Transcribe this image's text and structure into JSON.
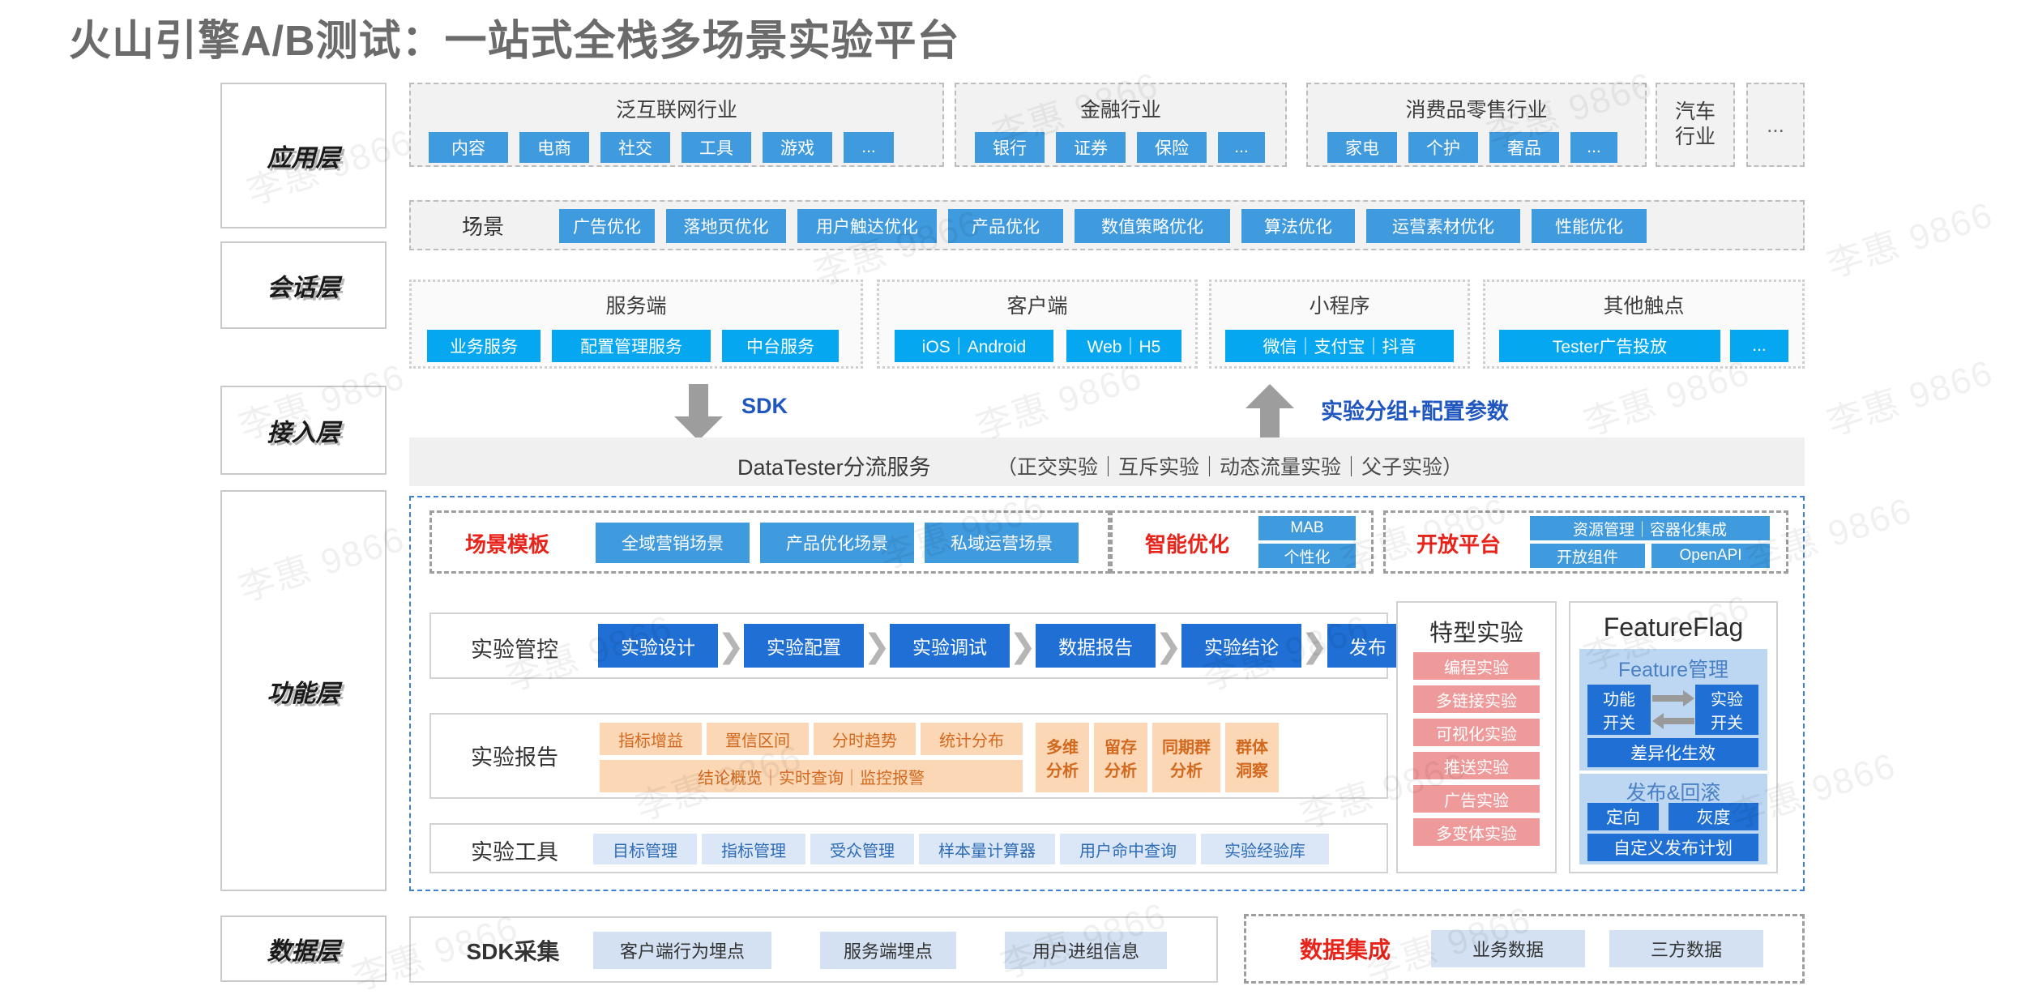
{
  "title": "火山引擎A/B测试：一站式全栈多场景实验平台",
  "watermark": "李惠 9866",
  "layers": {
    "application": "应用层",
    "session": "会话层",
    "access": "接入层",
    "function": "功能层",
    "data": "数据层"
  },
  "application_layer": {
    "industries": [
      {
        "name": "泛互联网行业",
        "tags": [
          "内容",
          "电商",
          "社交",
          "工具",
          "游戏",
          "..."
        ]
      },
      {
        "name": "金融行业",
        "tags": [
          "银行",
          "证券",
          "保险",
          "..."
        ]
      },
      {
        "name": "消费品零售行业",
        "tags": [
          "家电",
          "个护",
          "奢品",
          "..."
        ]
      }
    ],
    "auto_industry": "汽车\n行业",
    "auto_industry_line1": "汽车",
    "auto_industry_line2": "行业",
    "more": "...",
    "scenario_label": "场景",
    "scenarios": [
      "广告优化",
      "落地页优化",
      "用户触达优化",
      "产品优化",
      "数值策略优化",
      "算法优化",
      "运营素材优化",
      "性能优化"
    ]
  },
  "session_layer": {
    "groups": [
      {
        "name": "服务端",
        "items": [
          "业务服务",
          "配置管理服务",
          "中台服务"
        ]
      },
      {
        "name": "客户端",
        "items": [
          "iOS｜Android",
          "Web｜H5"
        ]
      },
      {
        "name": "小程序",
        "items": [
          "微信｜支付宝｜抖音"
        ]
      },
      {
        "name": "其他触点",
        "items": [
          "Tester广告投放",
          "..."
        ]
      }
    ]
  },
  "access_layer": {
    "sdk_label": "SDK",
    "config_label": "实验分组+配置参数",
    "service_title": "DataTester分流服务",
    "service_detail": "（正交实验｜互斥实验｜动态流量实验｜父子实验）"
  },
  "function_layer": {
    "scene_template": {
      "label": "场景模板",
      "items": [
        "全域营销场景",
        "产品优化场景",
        "私域运营场景"
      ]
    },
    "smart_optimize": {
      "label": "智能优化",
      "items": [
        "MAB",
        "个性化"
      ]
    },
    "open_platform": {
      "label": "开放平台",
      "items": [
        "资源管理｜容器化集成",
        "开放组件",
        "OpenAPI"
      ]
    },
    "experiment_control": {
      "label": "实验管控",
      "steps": [
        "实验设计",
        "实验配置",
        "实验调试",
        "数据报告",
        "实验结论",
        "发布"
      ]
    },
    "experiment_report": {
      "label": "实验报告",
      "row1": [
        "指标增益",
        "置信区间",
        "分时趋势",
        "统计分布"
      ],
      "row2": "结论概览｜实时查询｜监控报警",
      "side": [
        "多维\n分析",
        "留存\n分析",
        "同期群\n分析",
        "群体\n洞察"
      ],
      "side_items": [
        {
          "l1": "多维",
          "l2": "分析"
        },
        {
          "l1": "留存",
          "l2": "分析"
        },
        {
          "l1": "同期群",
          "l2": "分析"
        },
        {
          "l1": "群体",
          "l2": "洞察"
        }
      ]
    },
    "experiment_tools": {
      "label": "实验工具",
      "items": [
        "目标管理",
        "指标管理",
        "受众管理",
        "样本量计算器",
        "用户命中查询",
        "实验经验库"
      ]
    },
    "special_experiments": {
      "title": "特型实验",
      "items": [
        "编程实验",
        "多链接实验",
        "可视化实验",
        "推送实验",
        "广告实验",
        "多变体实验"
      ]
    },
    "feature_flag": {
      "title": "FeatureFlag",
      "manage_title": "Feature管理",
      "switch_left_l1": "功能",
      "switch_left_l2": "开关",
      "switch_right_l1": "实验",
      "switch_right_l2": "开关",
      "diff_effect": "差异化生效",
      "release_title": "发布&回滚",
      "release_targeted": "定向",
      "release_gray": "灰度",
      "release_custom": "自定义发布计划"
    }
  },
  "data_layer": {
    "sdk_collect": {
      "label": "SDK采集",
      "items": [
        "客户端行为埋点",
        "服务端埋点",
        "用户进组信息"
      ]
    },
    "data_integration": {
      "label": "数据集成",
      "items": [
        "业务数据",
        "三方数据"
      ]
    }
  },
  "colors": {
    "blue": "#3f9ade",
    "cyan": "#05a8f0",
    "strong_blue": "#1f6fd4",
    "red": "#e8231a",
    "pink": "#ef9a9a",
    "peach": "#fbd7b5",
    "light_blue": "#dbe7f7"
  }
}
